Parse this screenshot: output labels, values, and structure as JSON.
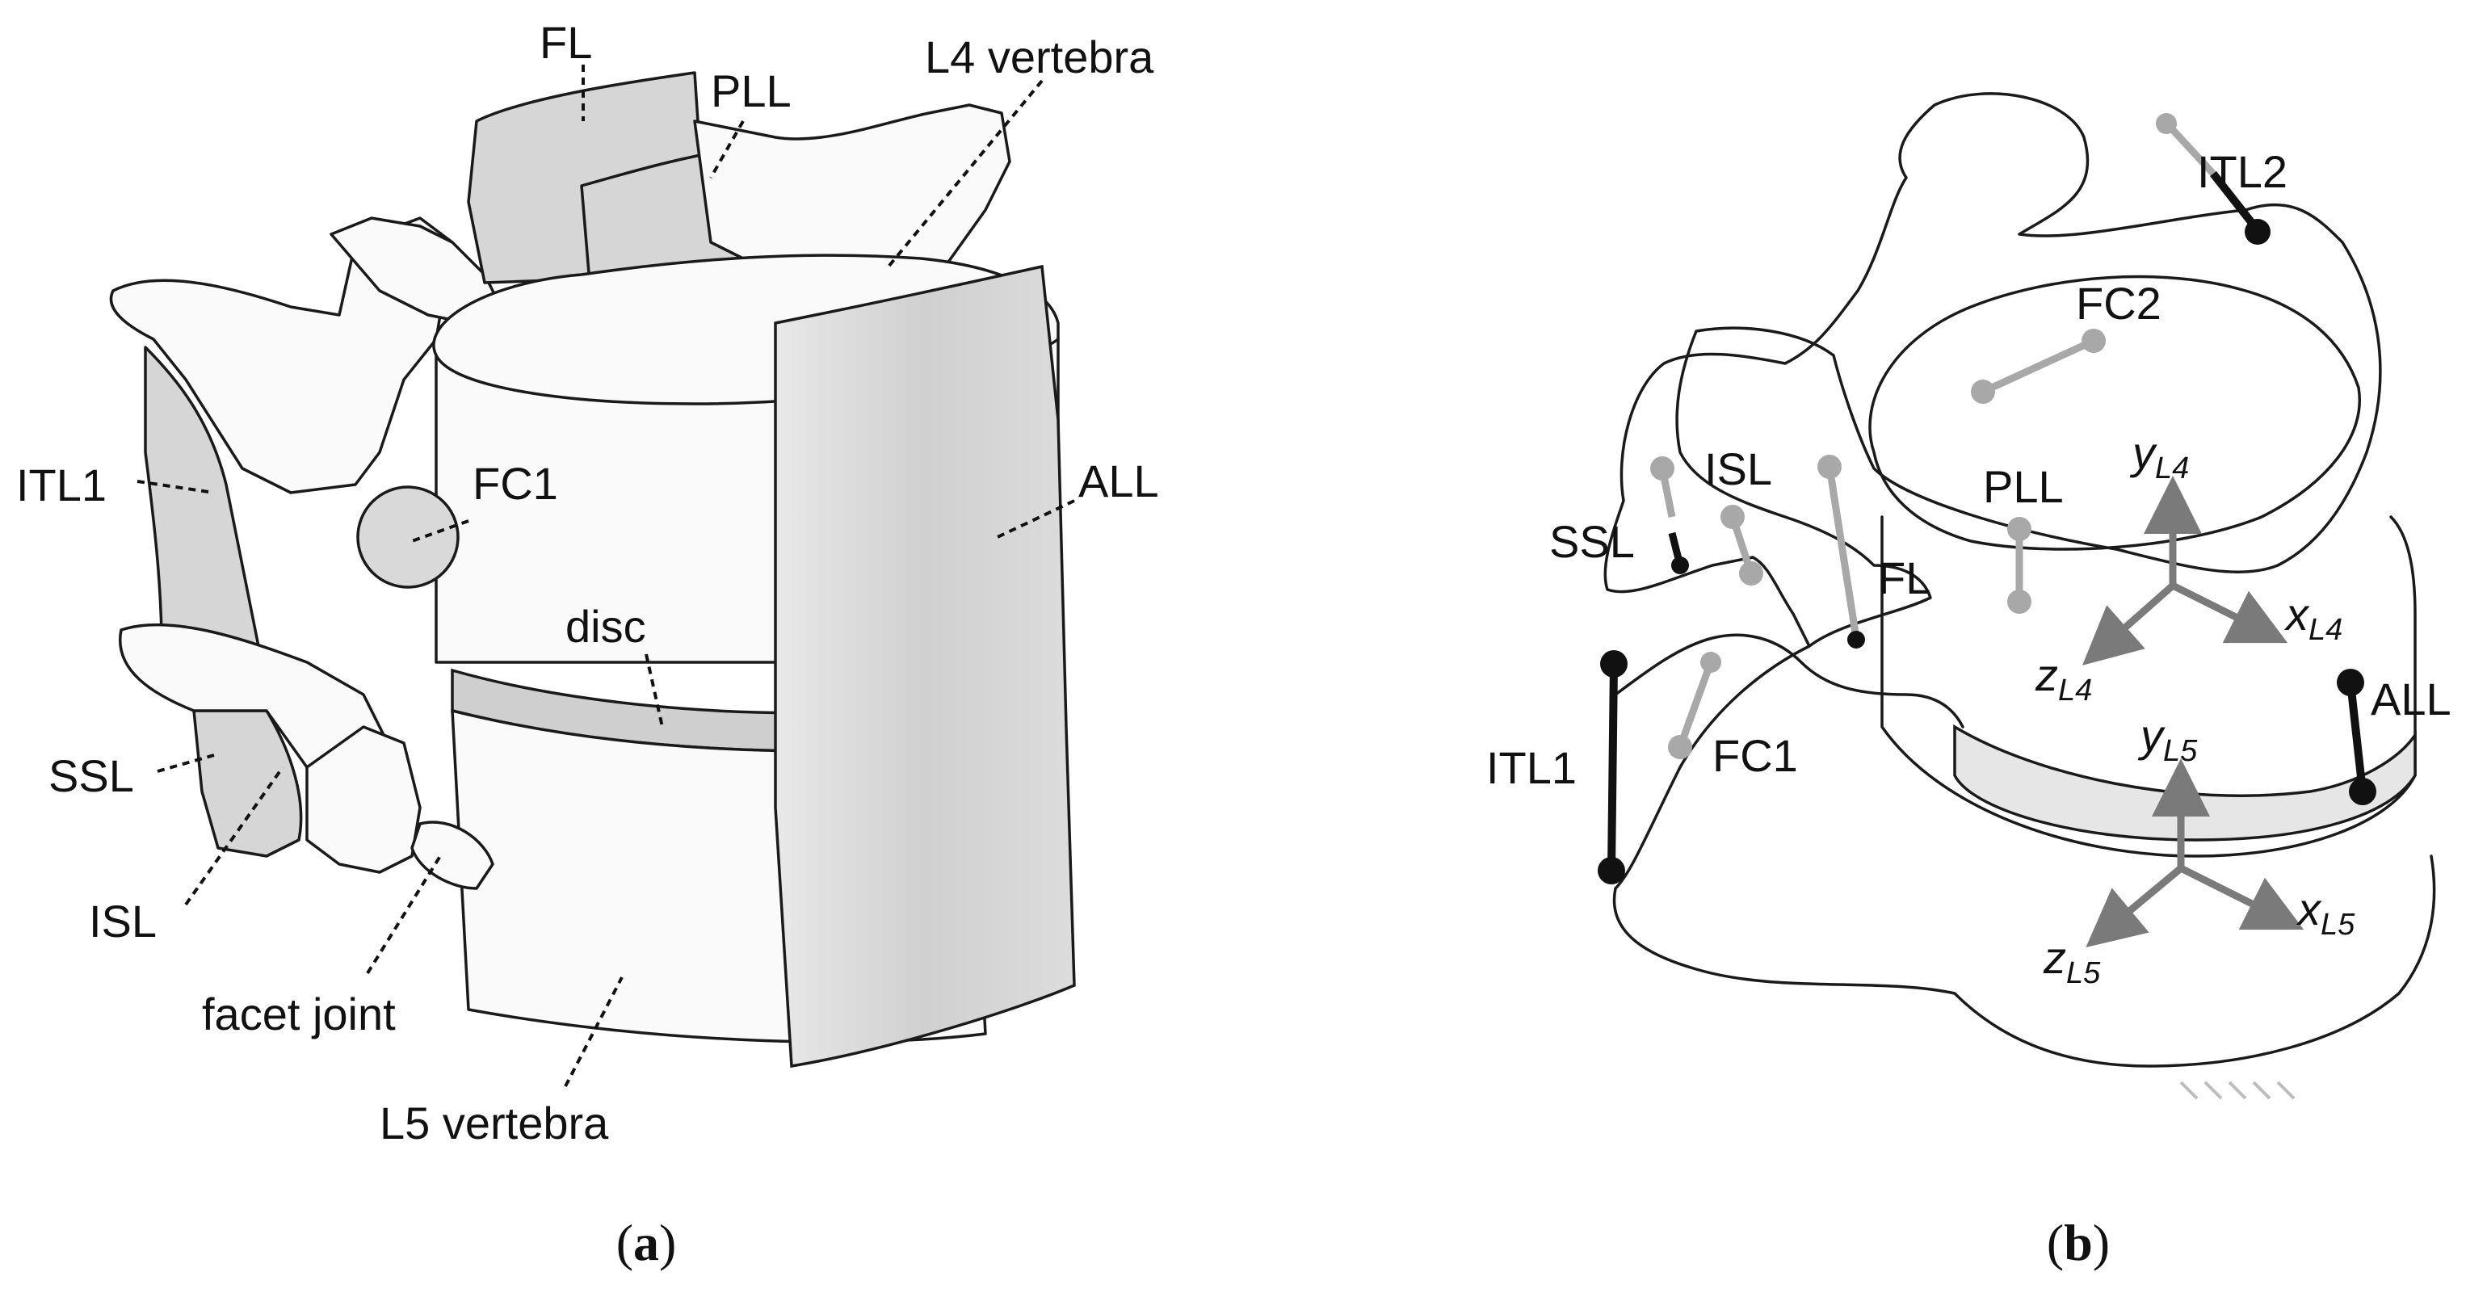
{
  "panel_a": {
    "caption_open": "(",
    "caption_letter": "a",
    "caption_close": ")",
    "labels": {
      "fl": "FL",
      "pll": "PLL",
      "l4": "L4 vertebra",
      "itl1": "ITL1",
      "fc1": "FC1",
      "all": "ALL",
      "disc": "disc",
      "ssl": "SSL",
      "isl": "ISL",
      "facet": "facet joint",
      "l5": "L5 vertebra"
    }
  },
  "panel_b": {
    "caption_open": "(",
    "caption_letter": "b",
    "caption_close": ")",
    "labels": {
      "itl2": "ITL2",
      "fc2": "FC2",
      "isl": "ISL",
      "pll": "PLL",
      "ssl": "SSL",
      "fl": "FL",
      "itl1": "ITL1",
      "fc1": "FC1",
      "all": "ALL"
    },
    "axes": {
      "y4": {
        "main": "y",
        "sub": "L4"
      },
      "x4": {
        "main": "x",
        "sub": "L4"
      },
      "z4": {
        "main": "z",
        "sub": "L4"
      },
      "y5": {
        "main": "y",
        "sub": "L5"
      },
      "x5": {
        "main": "x",
        "sub": "L5"
      },
      "z5": {
        "main": "z",
        "sub": "L5"
      }
    }
  },
  "colors": {
    "ligament_black": "#111111",
    "ligament_gray": "#a8a8a8",
    "axis_gray": "#7a7a7a",
    "tissue_gray": "#d6d6d6"
  }
}
